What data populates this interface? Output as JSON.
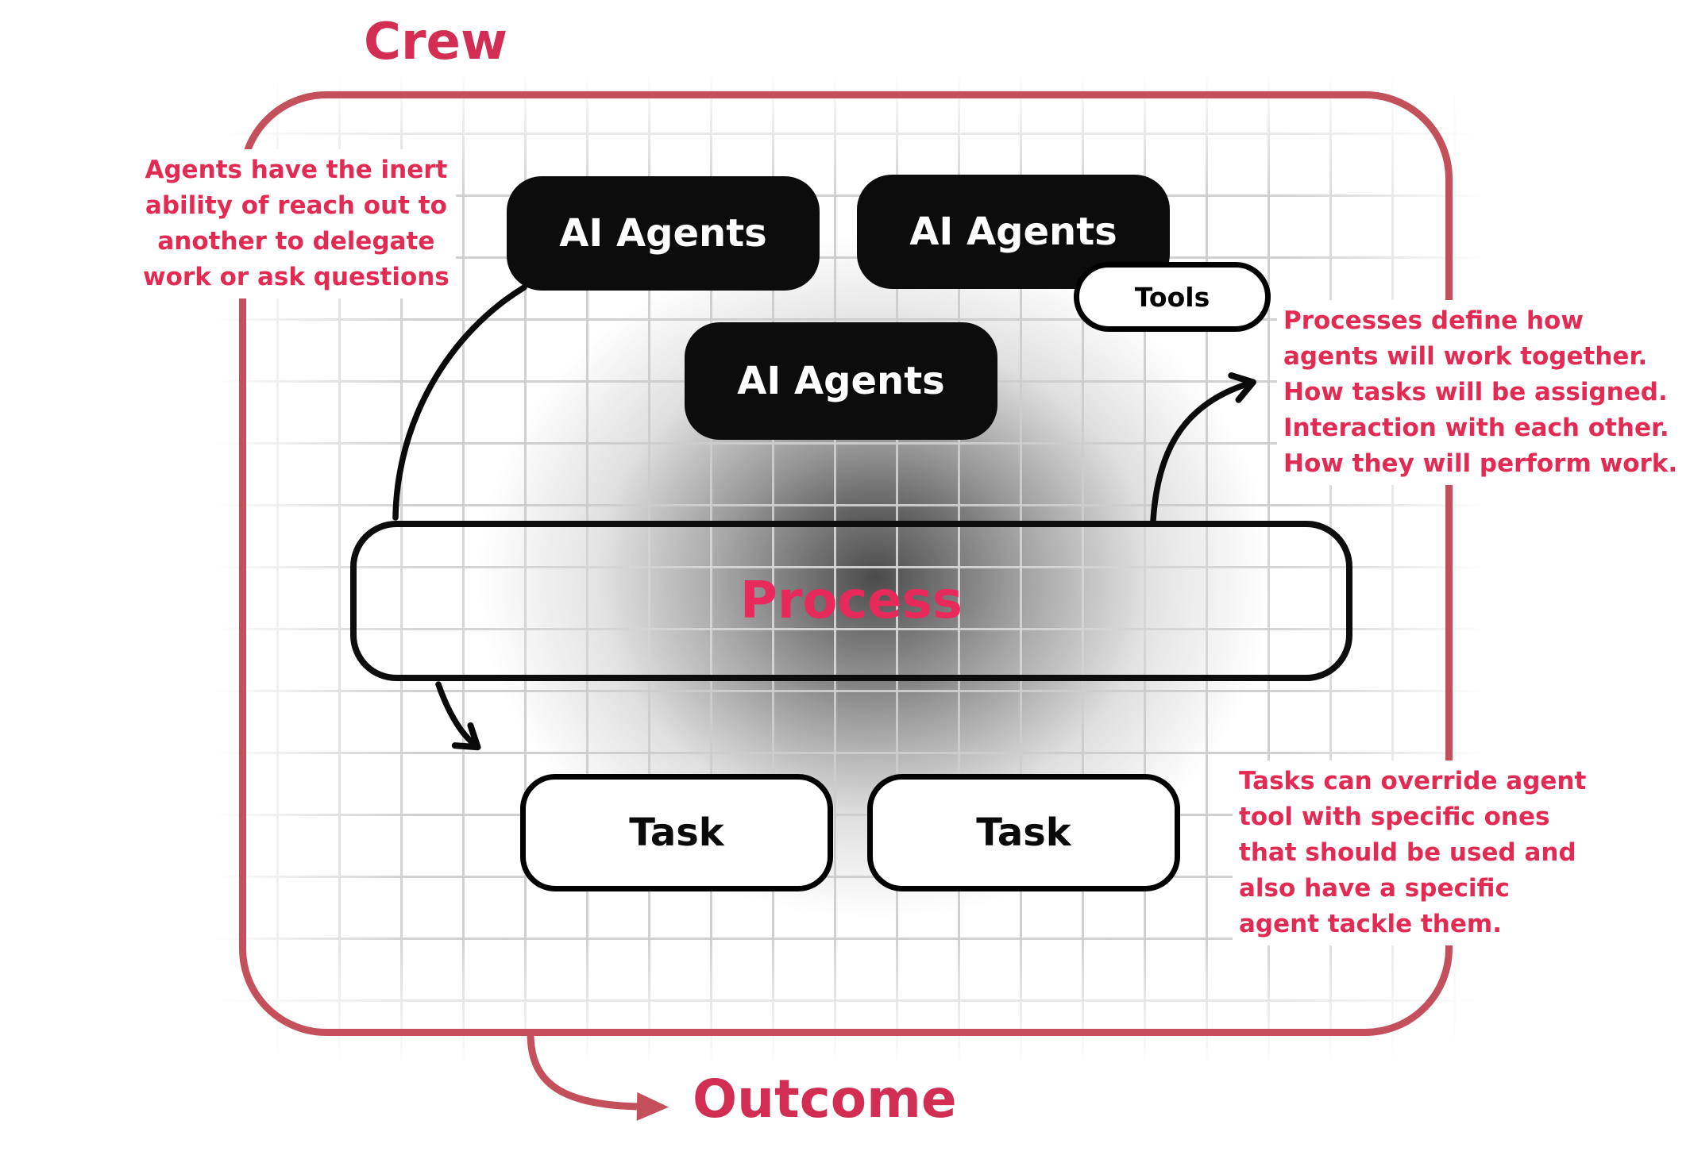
{
  "colors": {
    "crew_border": "#c4505c",
    "heading_red": "#d22e53",
    "annotation_red": "#e22a52",
    "process_red": "#e8295b",
    "agent_box": "#0c0c0c"
  },
  "crew": {
    "title": "Crew"
  },
  "agents": [
    {
      "label": "AI Agents"
    },
    {
      "label": "AI Agents"
    },
    {
      "label": "AI Agents"
    }
  ],
  "tools": {
    "label": "Tools"
  },
  "process": {
    "label": "Process"
  },
  "tasks": [
    {
      "label": "Task"
    },
    {
      "label": "Task"
    }
  ],
  "outcome": {
    "label": "Outcome"
  },
  "annotations": {
    "left": "Agents have the inert\nability of reach out to\nanother to delegate\nwork or ask questions",
    "right_top": "Processes define how\nagents will work together.\nHow tasks will be assigned.\nInteraction with each other.\nHow they will perform work.",
    "right_bottom": "Tasks can override agent\ntool with specific ones\nthat should be used and\nalso have a specific\nagent tackle them."
  }
}
